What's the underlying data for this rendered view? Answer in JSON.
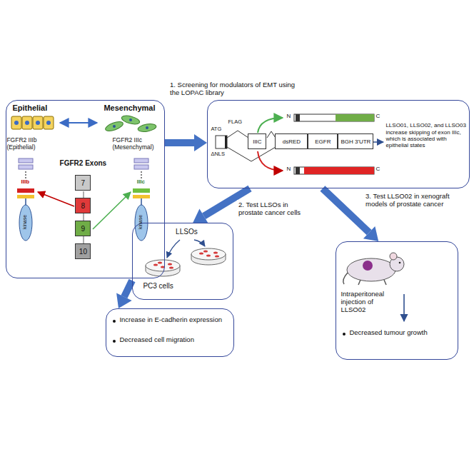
{
  "diagram": {
    "nodes": [
      {
        "text": [
          "Epithelial",
          "Mesenchymal",
          "FGFR2 IIIb (Epithelial)",
          "FGFR2 IIIc (Mesenchymal)",
          "FGFR2 Exons",
          "IIIb",
          "IIIc",
          "kinase",
          "kinase"
        ]
      },
      {
        "text": [
          "7"
        ],
        "in": 0
      },
      {
        "text": [
          "8"
        ],
        "in": 0
      },
      {
        "text": [
          "9"
        ],
        "in": 0
      },
      {
        "text": [
          "10"
        ],
        "in": 0
      },
      {
        "text": [
          "ATG",
          "FLAG",
          "ΔNLS",
          "N",
          "C",
          "N",
          "C",
          "LLSO01, LLSO02, and LLSO03 increase skipping of exon IIIc, which is associated with epithelial states"
        ]
      },
      {
        "text": [
          "IIIC"
        ],
        "in": 5
      },
      {
        "text": [
          "dsRED"
        ],
        "in": 5
      },
      {
        "text": [
          "EGFR"
        ],
        "in": 5
      },
      {
        "text": [
          "BGH 3'UTR"
        ],
        "in": 5
      },
      {
        "text": [
          "LLSOs",
          "PC3 cells"
        ]
      },
      {
        "text": [
          "Increase in E-cadherin expression",
          "Decreased cell migration"
        ]
      },
      {
        "text": [
          "Intraperitoneal injection of LLSO02",
          "Decreased tumour growth"
        ]
      }
    ],
    "edges": [
      {
        "from": 0,
        "to": 5,
        "arrow": "to",
        "label": "1. Screening for modulators of EMT using the LOPAC library"
      },
      {
        "from": 5,
        "to": 10,
        "arrow": "to",
        "label": "2. Test LLSOs in prostate cancer cells"
      },
      {
        "from": 5,
        "to": 12,
        "arrow": "to",
        "label": "3. Test LLSO02 in xenograft models of prostate cancer"
      },
      {
        "from": 10,
        "to": 11,
        "arrow": "to"
      }
    ]
  }
}
